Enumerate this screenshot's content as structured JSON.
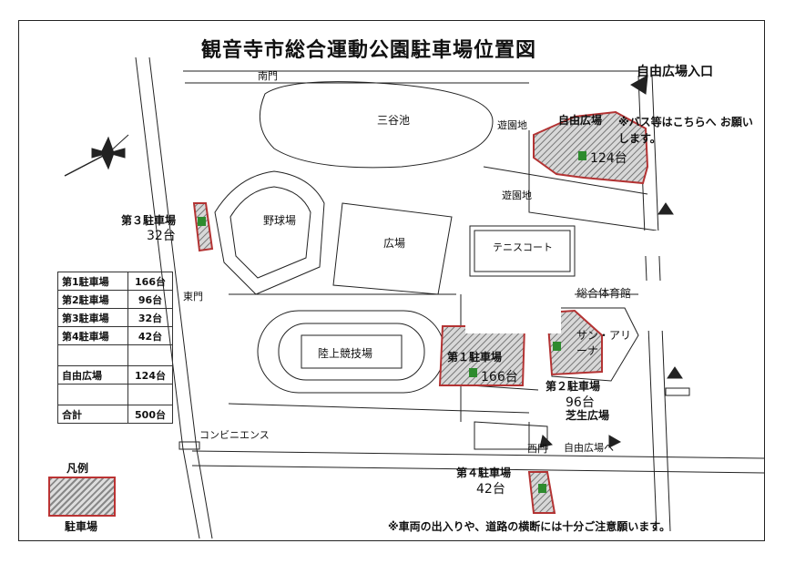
{
  "title": "観音寺市総合運動公園駐車場位置図",
  "labels": {
    "minami_mon": "南門",
    "higashi_mon": "東門",
    "nishi_mon": "西門",
    "sanya_ike": "三谷池",
    "yuenchi_1": "遊園地",
    "yuenchi_2": "遊園地",
    "yakyujo": "野球場",
    "hiroba": "広場",
    "tennis": "テニスコート",
    "rikujo": "陸上競技場",
    "sogo_taiikukan": "総合体育館",
    "sun_arena": "サン・アリーナ",
    "shibafu": "芝生広場",
    "jiyu_hiroba": "自由広場",
    "jiyu_hiroba_iriguchi": "自由広場入口",
    "jiyu_hiroba_arrow": "自由広場へ",
    "bus_note": "※バス等はこちらへ お願いします。",
    "konbini": "コンビニエンス",
    "p1": "第１駐車場",
    "p1_count": "166台",
    "p2": "第２駐車場",
    "p2_count": "96台",
    "p3": "第３駐車場",
    "p3_count": "32台",
    "p4": "第４駐車場",
    "p4_count": "42台",
    "jiyu_count": "124台",
    "footer_note": "※車両の出入りや、道路の横断には十分ご注意願います。"
  },
  "parking_table": [
    {
      "name": "第1駐車場",
      "count": "166台"
    },
    {
      "name": "第2駐車場",
      "count": "96台"
    },
    {
      "name": "第3駐車場",
      "count": "32台"
    },
    {
      "name": "第4駐車場",
      "count": "42台"
    },
    {
      "name": "自由広場",
      "count": "124台"
    },
    {
      "name": "合計",
      "count": "500台"
    }
  ],
  "legend": {
    "title": "凡例",
    "label": "駐車場"
  },
  "colors": {
    "parking_border": "#b33333",
    "parking_fill": "#888888",
    "line": "#222222"
  }
}
